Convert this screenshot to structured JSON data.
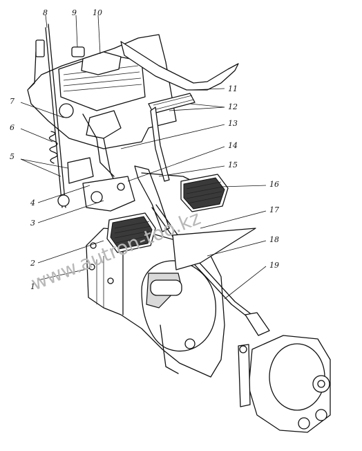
{
  "diagram": {
    "callouts": [
      "1",
      "2",
      "3",
      "4",
      "5",
      "6",
      "7",
      "8",
      "9",
      "10",
      "11",
      "12",
      "13",
      "14",
      "15",
      "16",
      "17",
      "18",
      "19"
    ],
    "watermark": "www.autron-too.kz"
  }
}
